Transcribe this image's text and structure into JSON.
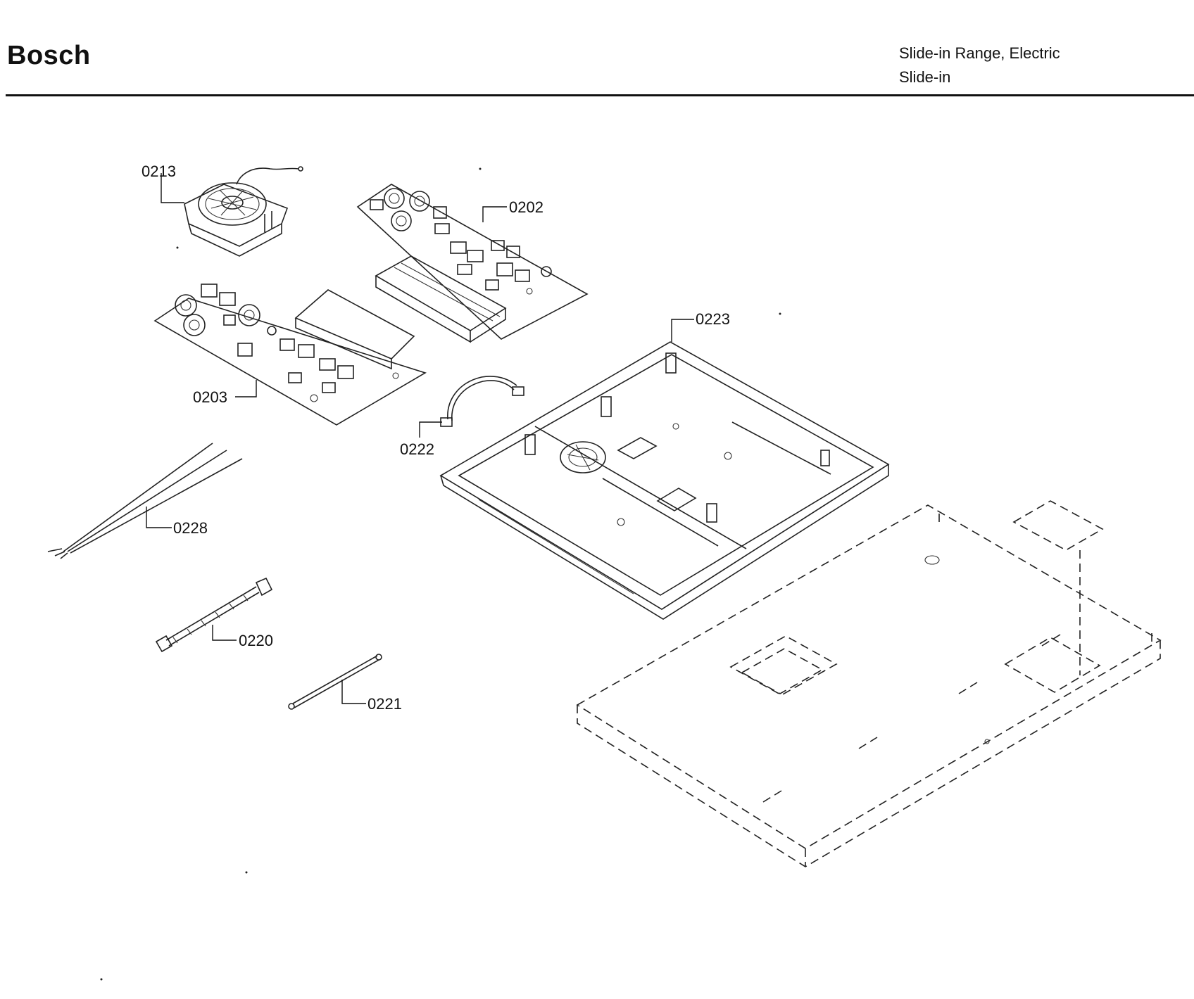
{
  "header": {
    "brand": "Bosch",
    "product_line1": "Slide-in Range, Electric",
    "product_line2": "Slide-in"
  },
  "parts": {
    "p0213": "0213",
    "p0202": "0202",
    "p0203": "0203",
    "p0223": "0223",
    "p0222": "0222",
    "p0228": "0228",
    "p0220": "0220",
    "p0221": "0221"
  }
}
